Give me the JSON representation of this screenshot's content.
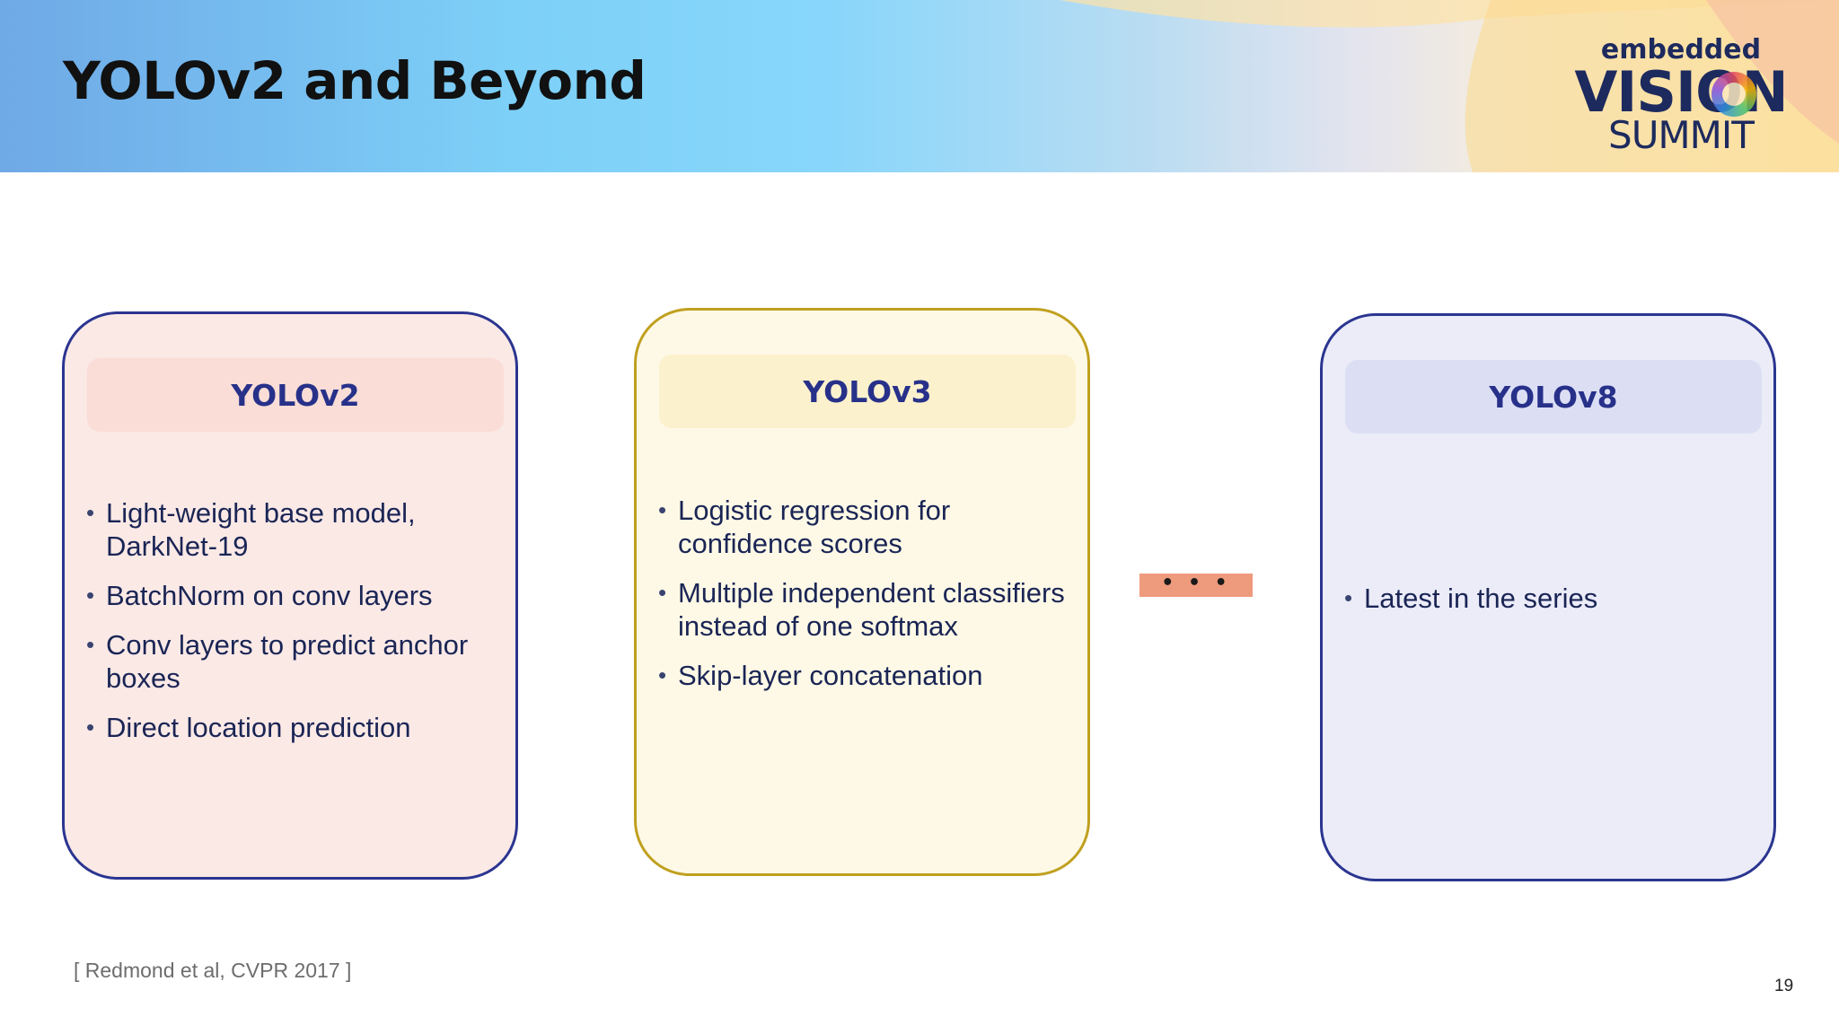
{
  "slide": {
    "title": "YOLOv2 and Beyond",
    "citation": "[ Redmond et al, CVPR 2017 ]",
    "page_number": "19",
    "ellipsis": "• • •"
  },
  "logo": {
    "line1": "embedded",
    "line2": "VISION",
    "line3": "SUMMIT"
  },
  "boxes": [
    {
      "title": "YOLOv2",
      "bullets": [
        "Light-weight base model, DarkNet-19",
        "BatchNorm on conv layers",
        "Conv layers to predict anchor boxes",
        "Direct location prediction"
      ]
    },
    {
      "title": "YOLOv3",
      "bullets": [
        "Logistic regression for confidence scores",
        "Multiple independent classifiers instead of one softmax",
        "Skip-layer concatenation"
      ]
    },
    {
      "title": "YOLOv8",
      "bullets": [
        "Latest in the series"
      ]
    }
  ],
  "colors": {
    "title_text": "#111111",
    "box_heading": "#27318a",
    "box_border_blue": "#2b3590",
    "box_border_gold": "#c0a020",
    "ellipsis_bar": "#ee9a7c"
  }
}
